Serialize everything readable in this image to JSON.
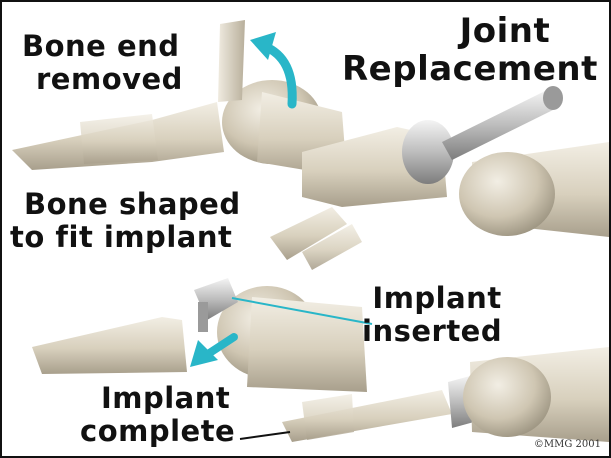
{
  "labels": {
    "bone_end_removed": [
      "Bone end",
      "removed"
    ],
    "title": [
      "Joint",
      "Replacement"
    ],
    "bone_shaped": [
      "Bone shaped",
      "to fit implant"
    ],
    "implant_inserted": [
      "Implant",
      "inserted"
    ],
    "implant_complete": [
      "Implant",
      "complete"
    ],
    "copyright": "©MMG 2001"
  },
  "colors": {
    "arrow": "#29b6c8",
    "bone_light": "#e8e2d2",
    "bone_mid": "#cfc6b2",
    "bone_dark": "#a89f8c",
    "implant": "#c8c8c8",
    "text": "#111111"
  },
  "icons": [
    "curved-arrow-icon",
    "down-left-arrow-icon"
  ]
}
